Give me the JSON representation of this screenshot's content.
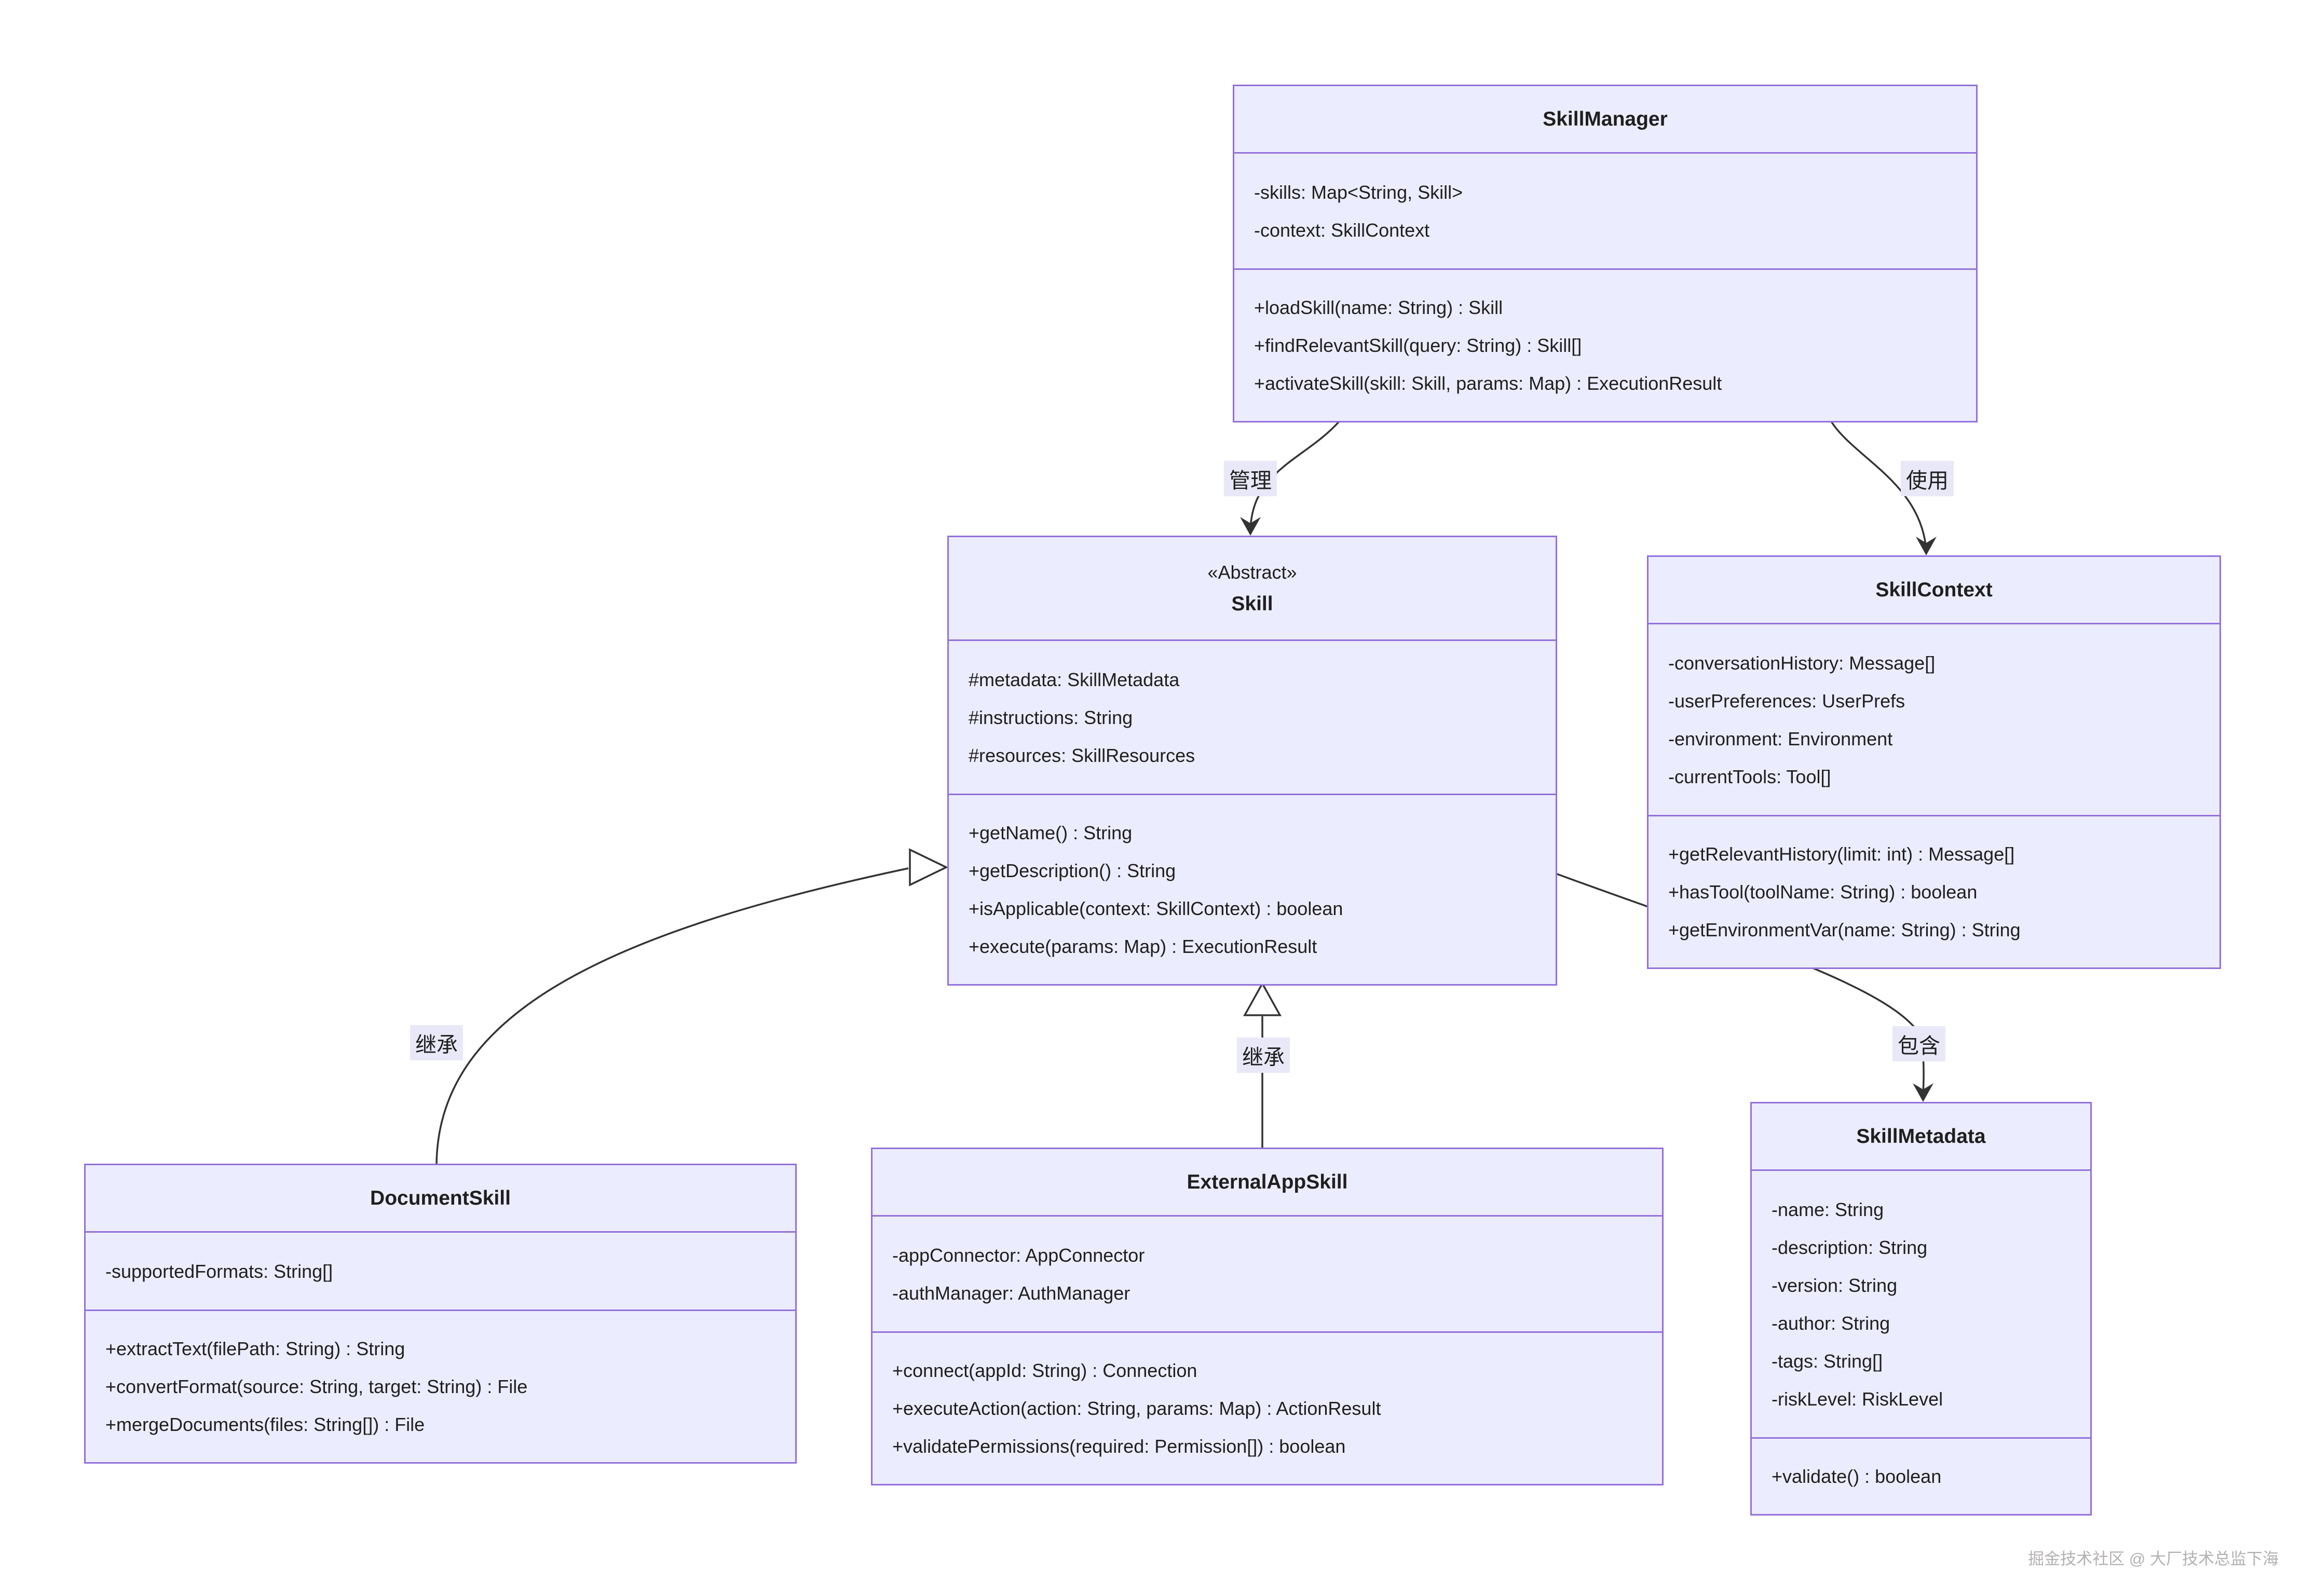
{
  "diagram": {
    "classes": {
      "skillManager": {
        "title": "SkillManager",
        "attributes": [
          "-skills: Map<String, Skill>",
          "-context: SkillContext"
        ],
        "methods": [
          "+loadSkill(name: String) : Skill",
          "+findRelevantSkill(query: String) : Skill[]",
          "+activateSkill(skill: Skill, params: Map) : ExecutionResult"
        ]
      },
      "skill": {
        "stereotype": "«Abstract»",
        "title": "Skill",
        "attributes": [
          "#metadata: SkillMetadata",
          "#instructions: String",
          "#resources: SkillResources"
        ],
        "methods": [
          "+getName() : String",
          "+getDescription() : String",
          "+isApplicable(context: SkillContext) : boolean",
          "+execute(params: Map) : ExecutionResult"
        ]
      },
      "skillContext": {
        "title": "SkillContext",
        "attributes": [
          "-conversationHistory: Message[]",
          "-userPreferences: UserPrefs",
          "-environment: Environment",
          "-currentTools: Tool[]"
        ],
        "methods": [
          "+getRelevantHistory(limit: int) : Message[]",
          "+hasTool(toolName: String) : boolean",
          "+getEnvironmentVar(name: String) : String"
        ]
      },
      "documentSkill": {
        "title": "DocumentSkill",
        "attributes": [
          "-supportedFormats: String[]"
        ],
        "methods": [
          "+extractText(filePath: String) : String",
          "+convertFormat(source: String, target: String) : File",
          "+mergeDocuments(files: String[]) : File"
        ]
      },
      "externalAppSkill": {
        "title": "ExternalAppSkill",
        "attributes": [
          "-appConnector: AppConnector",
          "-authManager: AuthManager"
        ],
        "methods": [
          "+connect(appId: String) : Connection",
          "+executeAction(action: String, params: Map) : ActionResult",
          "+validatePermissions(required: Permission[]) : boolean"
        ]
      },
      "skillMetadata": {
        "title": "SkillMetadata",
        "attributes": [
          "-name: String",
          "-description: String",
          "-version: String",
          "-author: String",
          "-tags: String[]",
          "-riskLevel: RiskLevel"
        ],
        "methods": [
          "+validate() : boolean"
        ]
      }
    },
    "edge_labels": {
      "manage": "管理",
      "use": "使用",
      "inherit_left": "继承",
      "inherit_mid": "继承",
      "contain": "包含"
    },
    "watermark": "掘金技术社区 @ 大厂技术总监下海",
    "colors": {
      "node_fill": "#ECECFF",
      "node_border": "#9370DB",
      "edge": "#333333",
      "edge_label_bg": "#E8E8F8",
      "text": "#1f1f1f",
      "watermark": "#b3b0b0"
    }
  }
}
